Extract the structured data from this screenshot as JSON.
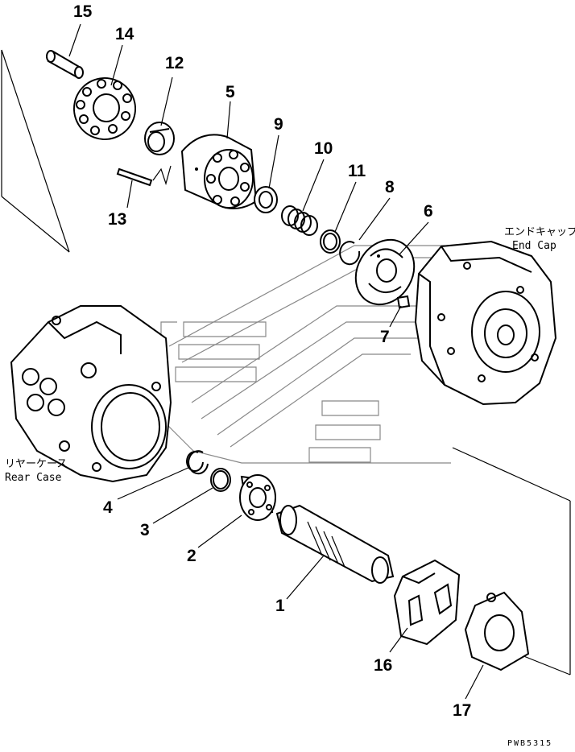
{
  "diagram": {
    "callouts": [
      "15",
      "14",
      "12",
      "5",
      "9",
      "10",
      "11",
      "8",
      "6",
      "13",
      "7",
      "4",
      "3",
      "2",
      "1",
      "16",
      "17"
    ],
    "end_cap_label_jp": "エンドキャップ",
    "end_cap_label_en": "End Cap",
    "rear_case_label_jp": "リヤーケース",
    "rear_case_label_en": "Rear Case",
    "drawing_code": "PWB5315"
  }
}
